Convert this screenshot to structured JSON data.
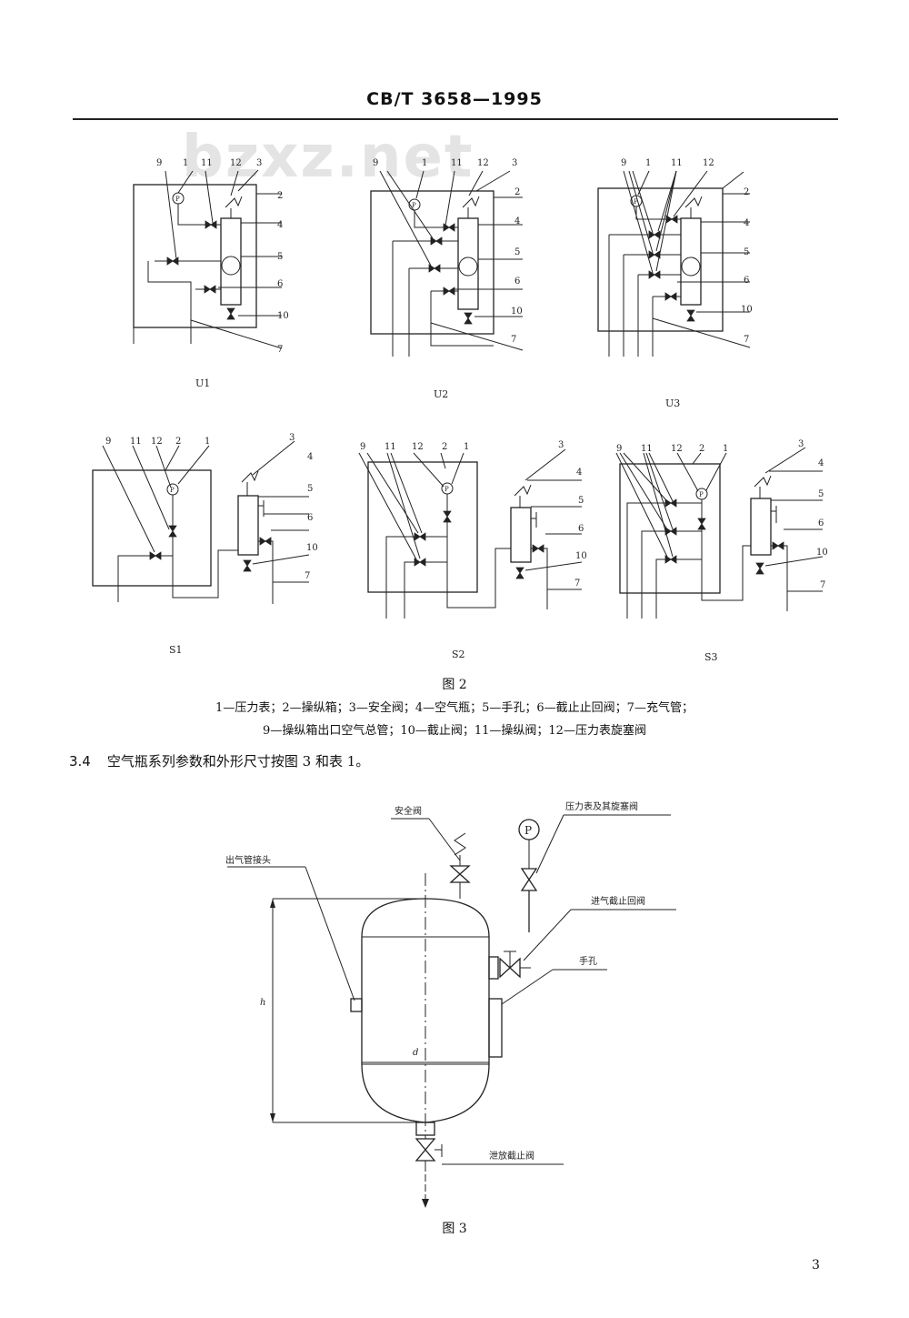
{
  "header": {
    "standard_code": "CB/T 3658—1995"
  },
  "watermark": "bzxz.net",
  "figure2": {
    "diagrams": [
      {
        "caption": "U1",
        "labels": [
          "9",
          "1",
          "11",
          "12",
          "3",
          "2",
          "4",
          "5",
          "6",
          "10",
          "7"
        ]
      },
      {
        "caption": "U2",
        "labels": [
          "9",
          "1",
          "11",
          "12",
          "3",
          "2",
          "4",
          "5",
          "6",
          "10",
          "7"
        ]
      },
      {
        "caption": "U3",
        "labels": [
          "9",
          "1",
          "11",
          "12",
          "2",
          "4",
          "5",
          "6",
          "10",
          "7"
        ]
      },
      {
        "caption": "S1",
        "labels": [
          "9",
          "11",
          "12",
          "2",
          "1",
          "3",
          "4",
          "5",
          "6",
          "10",
          "7"
        ]
      },
      {
        "caption": "S2",
        "labels": [
          "9",
          "11",
          "12",
          "2",
          "1",
          "3",
          "4",
          "5",
          "6",
          "10",
          "7"
        ]
      },
      {
        "caption": "S3",
        "labels": [
          "9",
          "11",
          "12",
          "2",
          "1",
          "3",
          "4",
          "5",
          "6",
          "10",
          "7"
        ]
      }
    ],
    "gauge_symbol": "P",
    "title": "图 2",
    "legend_line1": "1—压力表；2—操纵箱；3—安全阀；4—空气瓶；5—手孔；6—截止止回阀；7—充气管；",
    "legend_line2": "9—操纵箱出口空气总管；10—截止阀；11—操纵阀；12—压力表旋塞阀"
  },
  "section": {
    "number": "3.4",
    "text": "空气瓶系列参数和外形尺寸按图 3 和表 1。"
  },
  "figure3": {
    "labels": {
      "safety_valve": "安全阀",
      "gauge_valve": "压力表及其旋塞阀",
      "outlet_joint": "出气管接头",
      "inlet_valve": "进气截止回阀",
      "hand_hole": "手孔",
      "drain_valve": "泄放截止阀",
      "dim_h": "h",
      "dim_d": "d"
    },
    "gauge_symbol": "P",
    "title": "图 3"
  },
  "page_number": "3"
}
